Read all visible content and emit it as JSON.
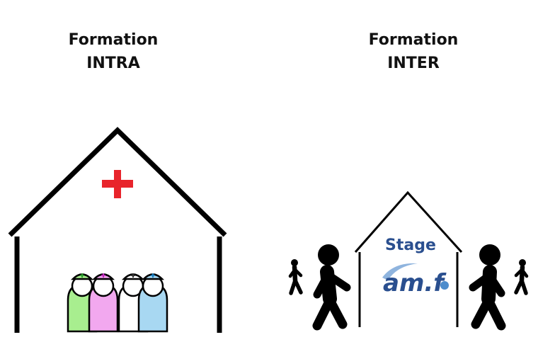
{
  "intra": {
    "title_line1": "Formation",
    "title_line2": "INTRA",
    "cross_color": "#e8242b",
    "nurse_colors": [
      "#a8ee8f",
      "#f2a8ef",
      "#ffffff",
      "#a8d8f2"
    ],
    "cap_cross_colors": [
      "#2e9a2e",
      "#c02bbd",
      "#333333",
      "#1d7fbf"
    ]
  },
  "inter": {
    "title_line1": "Formation",
    "title_line2": "INTER",
    "stage_label": "Stage",
    "logo_text": "am.f",
    "brand_color": "#2a4f8f"
  }
}
